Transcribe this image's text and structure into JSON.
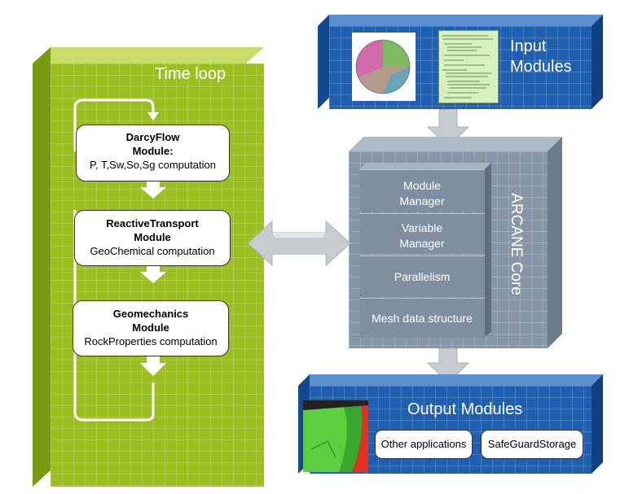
{
  "time_loop": {
    "title": "Time loop",
    "modules": [
      {
        "name": "DarcyFlow",
        "sub": "Module:",
        "desc": "P, T,Sw,So,Sg computation"
      },
      {
        "name": "ReactiveTransport",
        "sub": "Module",
        "desc": "GeoChemical computation"
      },
      {
        "name": "Geomechanics",
        "sub": "Module",
        "desc": "RockProperties computation"
      }
    ]
  },
  "input": {
    "line1": "Input",
    "line2": "Modules"
  },
  "core": {
    "title": "ARCANE Core",
    "layers": [
      {
        "line1": "Module",
        "line2": "Manager"
      },
      {
        "line1": "Variable",
        "line2": "Manager"
      },
      {
        "line1": "Parallelism",
        "line2": ""
      },
      {
        "line1": "Mesh data structure",
        "line2": ""
      }
    ]
  },
  "output": {
    "title": "Output Modules",
    "items": [
      "Other applications",
      "SafeGuardStorage"
    ]
  },
  "colors": {
    "green": "#9bc01e",
    "blue": "#1d5fb0",
    "core": "#8796a6"
  }
}
